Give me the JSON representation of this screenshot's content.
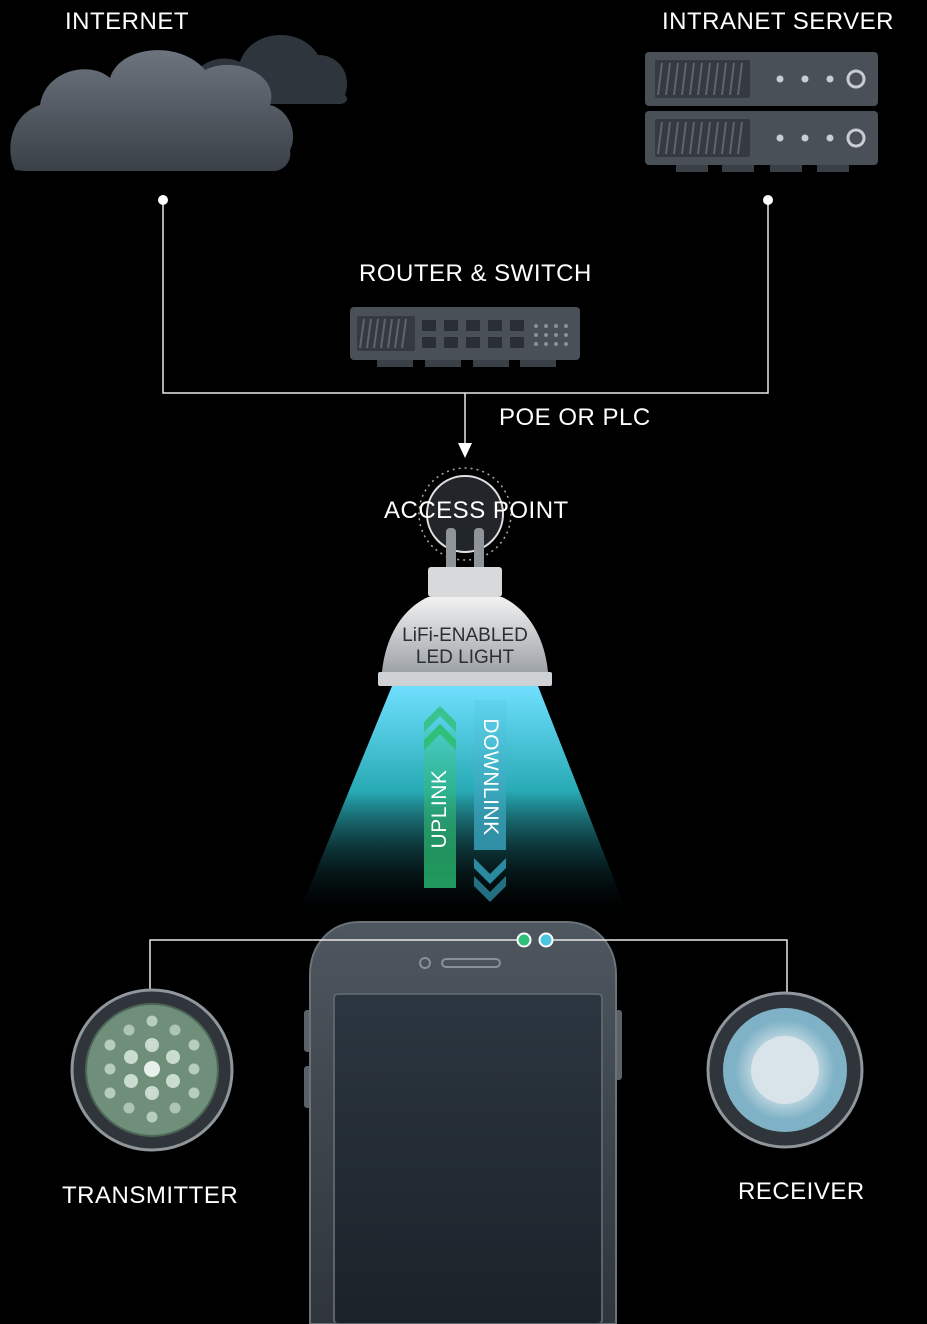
{
  "labels": {
    "internet": "INTERNET",
    "intranet_server": "INTRANET SERVER",
    "router_switch": "ROUTER & SWITCH",
    "poe_plc": "POE OR PLC",
    "access_point": "ACCESS POINT",
    "led_line1": "LiFi-ENABLED",
    "led_line2": "LED LIGHT",
    "uplink": "UPLINK",
    "downlink": "DOWNLINK",
    "transmitter": "TRANSMITTER",
    "receiver": "RECEIVER"
  },
  "colors": {
    "background": "#000000",
    "device_gray": "#4a5058",
    "uplink_green": "#2fa86a",
    "downlink_cyan": "#4cc6d8",
    "light_beam": "#2bc2c9",
    "line_white": "#e8e8e8",
    "transmitter_green": "#6f8f7a",
    "receiver_blue": "#86b8cc"
  }
}
